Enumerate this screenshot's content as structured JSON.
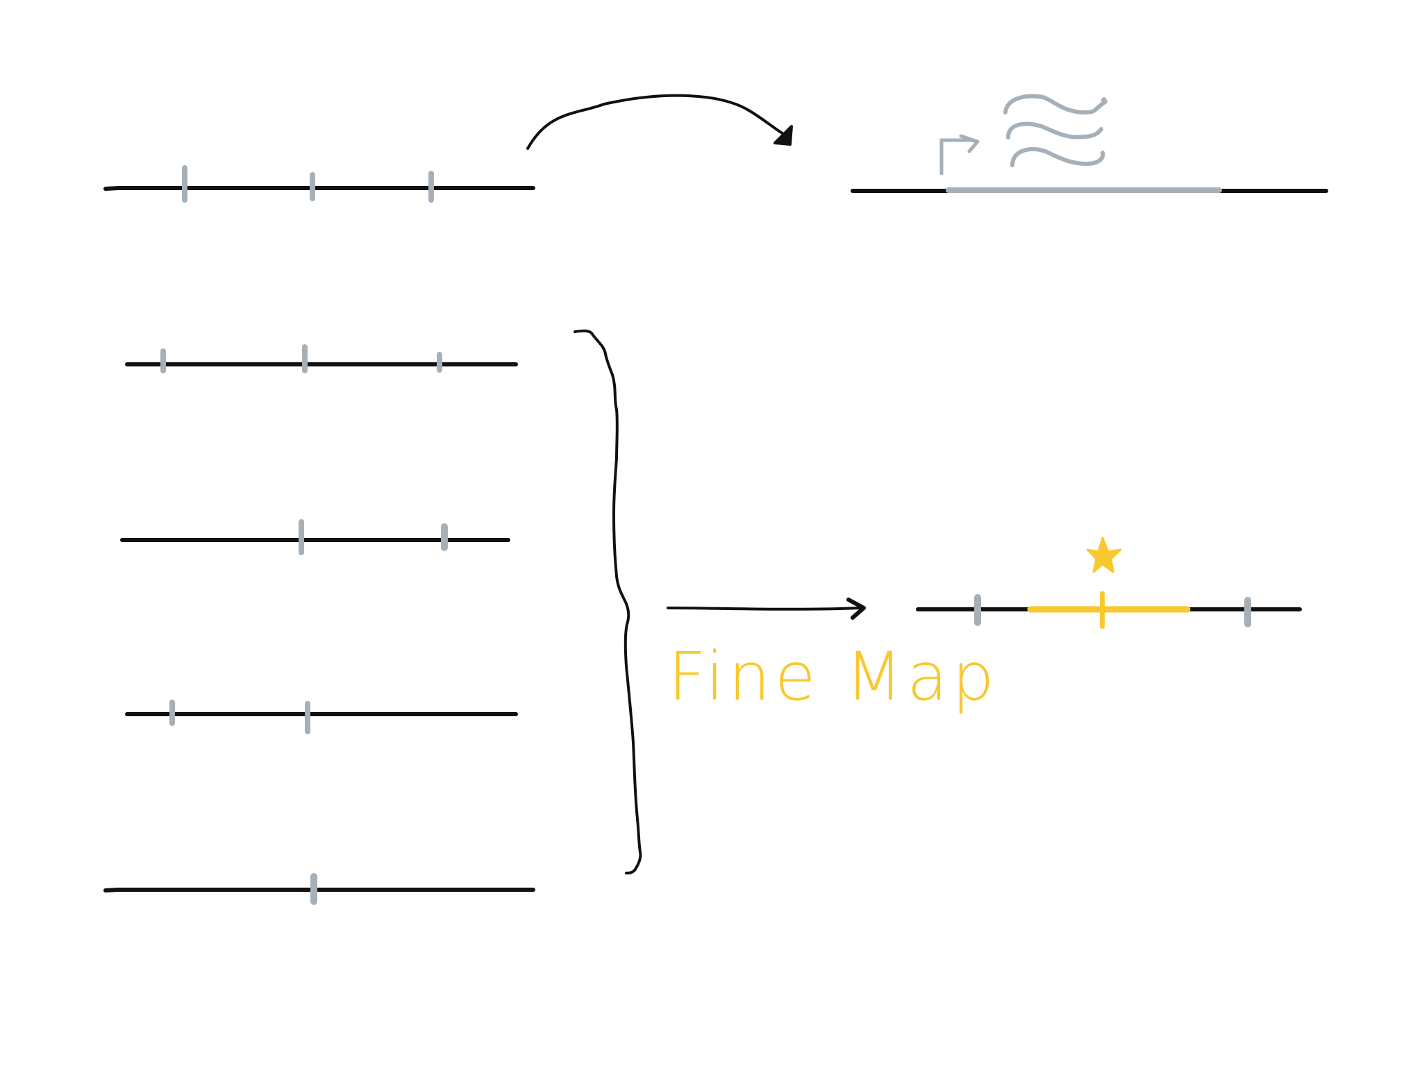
{
  "colors": {
    "background": "#ffffff",
    "line": "#111111",
    "variant": "#a6b0b8",
    "highlight": "#f8c92e"
  },
  "diagram": {
    "upper_panel": {
      "input_chromosome": {
        "variants": 3
      },
      "arrow": "curved-arrow",
      "output": {
        "gene_region": "gray",
        "transcripts": 3,
        "promoter_arrow": true
      }
    },
    "lower_panel": {
      "input_chromosomes": [
        {
          "variants": 3
        },
        {
          "variants": 2
        },
        {
          "variants": 2
        },
        {
          "variants": 1
        }
      ],
      "brace": "right-curly-brace",
      "arrow": "straight-arrow",
      "arrow_label": "Fine Map",
      "output": {
        "variants": 3,
        "highlighted_region": true,
        "causal_marker": "star-icon"
      }
    }
  }
}
